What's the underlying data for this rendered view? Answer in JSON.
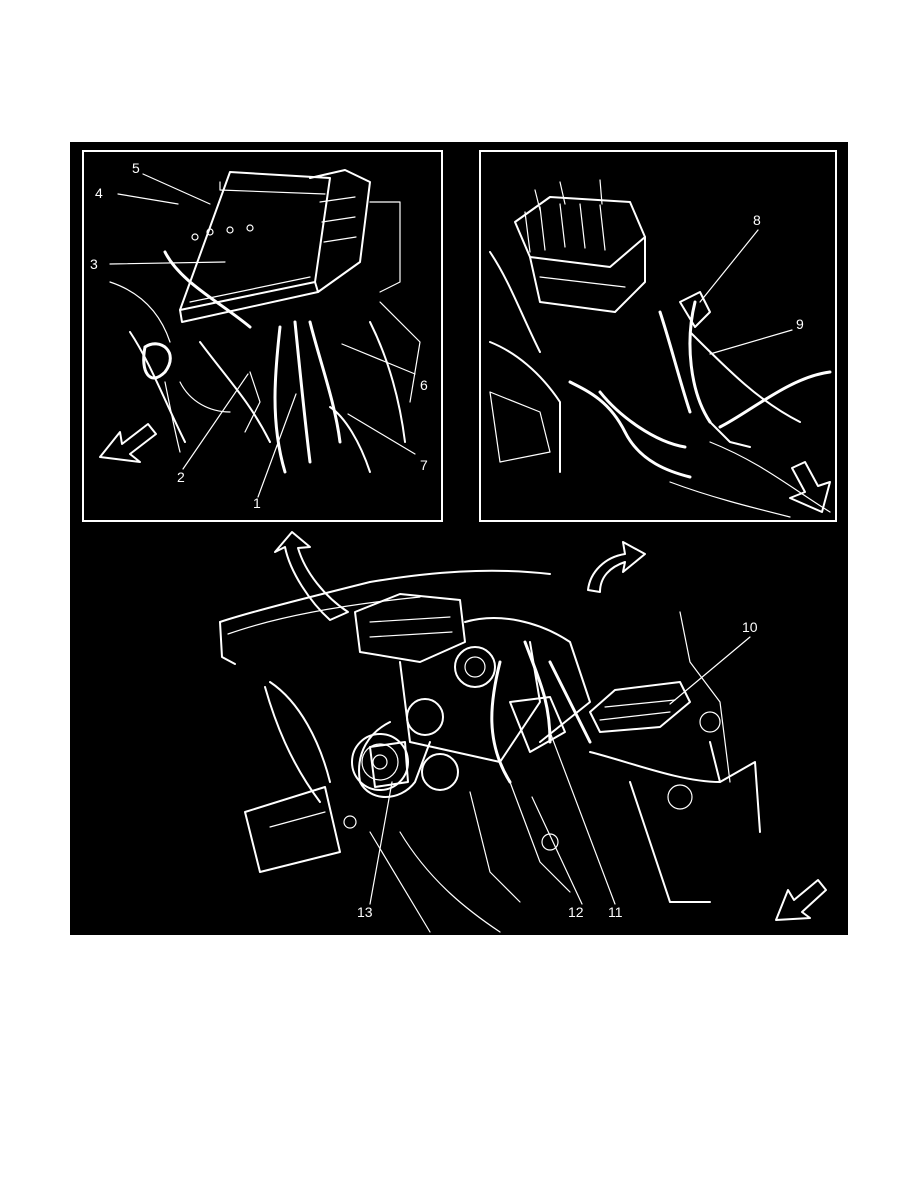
{
  "figure": {
    "background": "#000000",
    "line_color": "#ffffff",
    "callouts": {
      "c1": "1",
      "c2": "2",
      "c3": "3",
      "c4": "4",
      "c5": "5",
      "c6": "6",
      "c7": "7",
      "c8": "8",
      "c9": "9",
      "c10": "10",
      "c11": "11",
      "c12": "12",
      "c13": "13"
    },
    "icons": [
      "direction-arrow-icon",
      "zoom-arrow-icon"
    ]
  }
}
